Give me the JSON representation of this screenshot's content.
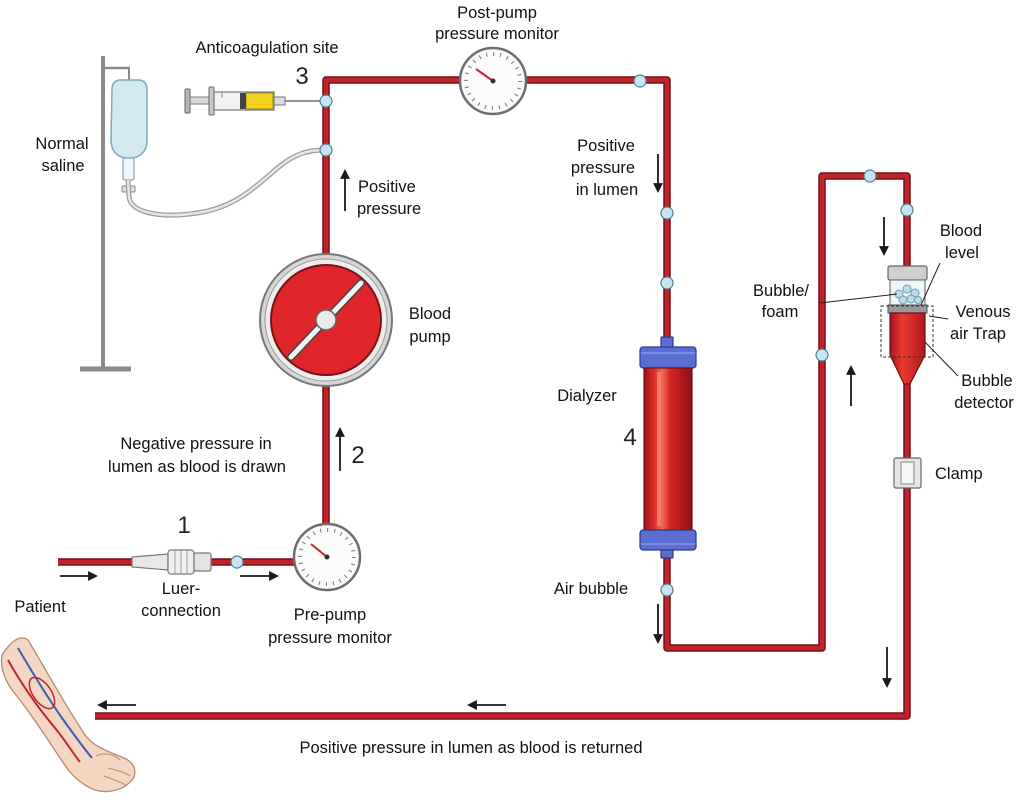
{
  "labels": {
    "post_pump_monitor": [
      "Post-pump",
      "pressure monitor"
    ],
    "anticoagulation_site": "Anticoagulation site",
    "normal_saline": [
      "Normal",
      "saline"
    ],
    "positive_pressure_after_pump": [
      "Positive",
      "pressure"
    ],
    "blood_pump": [
      "Blood",
      "pump"
    ],
    "negative_pressure": [
      "Negative pressure in",
      "lumen as blood is drawn"
    ],
    "luer_connection": [
      "Luer-",
      "connection"
    ],
    "patient": "Patient",
    "pre_pump_monitor": [
      "Pre-pump",
      "pressure monitor"
    ],
    "positive_pressure_in_lumen": [
      "Positive",
      "pressure",
      "in lumen"
    ],
    "dialyzer": "Dialyzer",
    "air_bubble": "Air bubble",
    "bubble_foam": [
      "Bubble/",
      "foam"
    ],
    "blood_level": [
      "Blood",
      "level"
    ],
    "venous_air_trap": [
      "Venous",
      "air Trap"
    ],
    "bubble_detector": [
      "Bubble",
      "detector"
    ],
    "clamp": "Clamp",
    "blood_returned": "Positive pressure in lumen as blood is returned"
  },
  "step_numbers": {
    "luer_connection": "1",
    "pump_inlet": "2",
    "anticoagulation_site": "3",
    "dialyzer": "4"
  },
  "colors": {
    "blood_line": "#c4222b",
    "blood_line_outline": "#6e1217",
    "junction_bead": "#c9e4f1",
    "pump_disk": "#e0262a",
    "dialyzer_cap": "#5a6ed3",
    "syringe_fluid": "#f4d21f",
    "saline_bag": "#d3e9f2"
  }
}
